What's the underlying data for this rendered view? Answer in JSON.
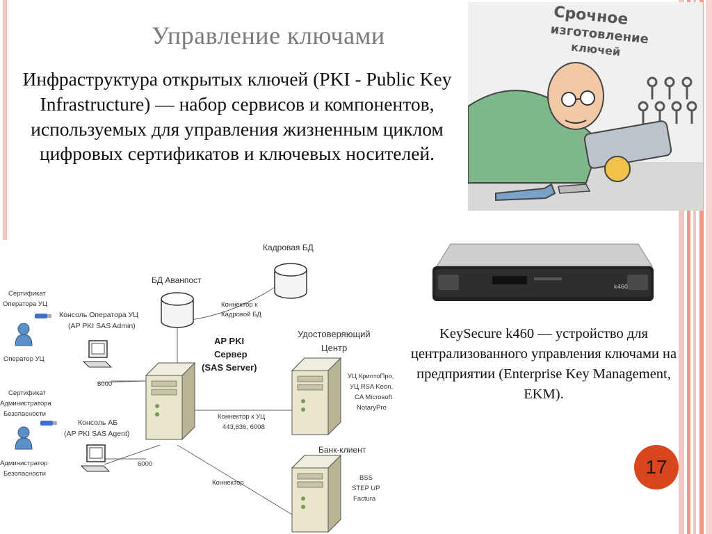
{
  "slide": {
    "title": "Управление ключами",
    "intro_text": "Инфраструктура открытых ключей (PKI - Public Key Infrastructure) — набор сервисов и компонентов, используемых для управления жизненным циклом цифровых сертификатов и ключевых носителей.",
    "device_text": "KeySecure k460 — устройство для централизованного управления ключами на предприятии (Enterprise Key Management, EKM).",
    "page_number": "17",
    "accent_color": "#d9451c"
  },
  "illustration": {
    "sign_lines": [
      "Срочное",
      "изготовление",
      "ключей"
    ]
  },
  "server_device": {
    "model_label": "k460"
  },
  "diagram": {
    "hr_db_label": "Кадровая БД",
    "avanpost_db_label": "БД Аванпост",
    "hr_connector_lines": [
      "Коннектор к",
      "Кадровой БД"
    ],
    "operator_cert_lines": [
      "Сертификат",
      "Оператора УЦ"
    ],
    "operator_console_lines": [
      "Консоль Оператора УЦ",
      "(AP PKI SAS Admin)"
    ],
    "operator_label": "Оператор УЦ",
    "server_label_lines": [
      "AP PKI",
      "Сервер",
      "(SAS Server)"
    ],
    "ca_title_lines": [
      "Удостоверяющий",
      "Центр"
    ],
    "ca_products_lines": [
      "УЦ КриптоПро,",
      "УЦ  RSA Keon,",
      "CA Microsoft",
      "NotaryPro"
    ],
    "port_6000_top": "6000",
    "admin_cert_lines": [
      "Сертификат",
      "Администратора",
      "Безопасности"
    ],
    "ab_console_lines": [
      "Консоль АБ",
      "(AP PKI SAS Agent)"
    ],
    "ca_connector_lines": [
      "Коннектор к УЦ",
      "443,636, 6008"
    ],
    "admin_label_lines": [
      "Администратор",
      "Безопасности"
    ],
    "port_6000_bottom": "6000",
    "bank_client_label": "Банк-клиент",
    "connector_label": "Коннектор",
    "bank_products_lines": [
      "BSS",
      "STEP UP",
      "Factura"
    ]
  }
}
